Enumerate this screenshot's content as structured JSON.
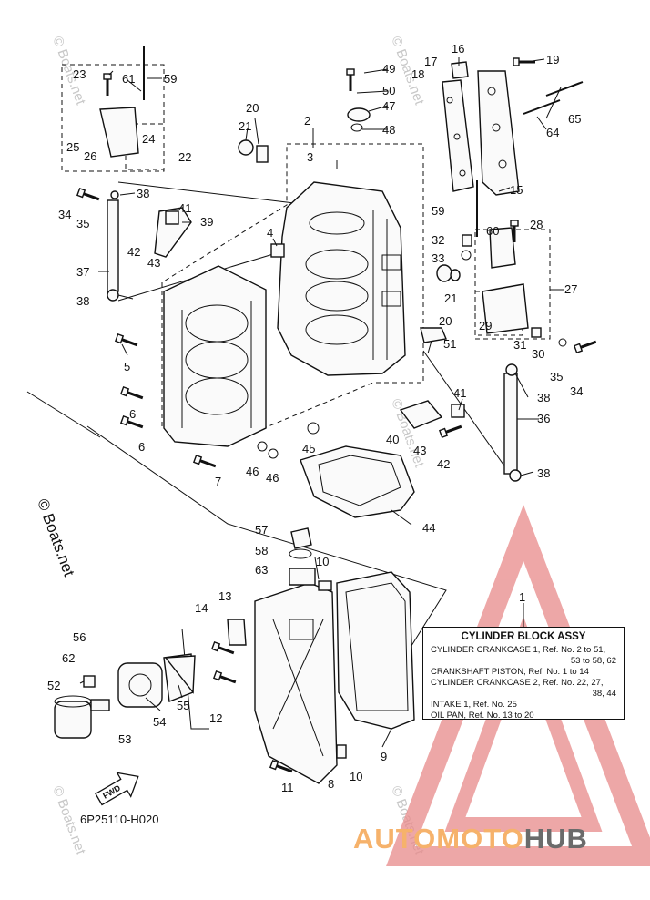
{
  "diagram": {
    "figure_code": "6P25110-H020",
    "copyright": "© Boats.net",
    "watermark_text": "© Boats.net",
    "fwd_label": "FWD",
    "brand": {
      "part1": "AUTOMOTO",
      "part2": "HUB",
      "accent_color": "#f6b26b",
      "dark_color": "#6b6b6b",
      "triangle_color": "#e88a8a"
    },
    "legend": {
      "callout": "1",
      "title": "CYLINDER BLOCK ASSY",
      "rows": [
        {
          "text": "CYLINDER CRANKCASE 1,  Ref. No. 2 to 51,"
        },
        {
          "text": "53 to 58, 62",
          "cont": true
        },
        {
          "text": "CRANKSHAFT PISTON,  Ref. No. 1 to 14"
        },
        {
          "text": "CYLINDER CRANKCASE 2,  Ref. No. 22, 27,"
        },
        {
          "text": "38, 44",
          "cont": true
        },
        {
          "text": "INTAKE 1,  Ref. No. 25"
        },
        {
          "text": "OIL PAN,  Ref. No. 13 to 20"
        }
      ]
    },
    "callouts": [
      "2",
      "3",
      "4",
      "5",
      "6",
      "6",
      "7",
      "8",
      "9",
      "10",
      "10",
      "11",
      "12",
      "13",
      "14",
      "15",
      "16",
      "17",
      "18",
      "19",
      "20",
      "20",
      "21",
      "21",
      "22",
      "23",
      "24",
      "25",
      "26",
      "27",
      "28",
      "29",
      "30",
      "31",
      "32",
      "33",
      "34",
      "34",
      "35",
      "35",
      "36",
      "37",
      "38",
      "38",
      "38",
      "38",
      "39",
      "40",
      "41",
      "41",
      "42",
      "42",
      "43",
      "43",
      "44",
      "45",
      "46",
      "46",
      "47",
      "48",
      "49",
      "50",
      "51",
      "52",
      "53",
      "54",
      "55",
      "56",
      "57",
      "58",
      "59",
      "59",
      "60",
      "61",
      "62",
      "63",
      "64",
      "65"
    ]
  }
}
